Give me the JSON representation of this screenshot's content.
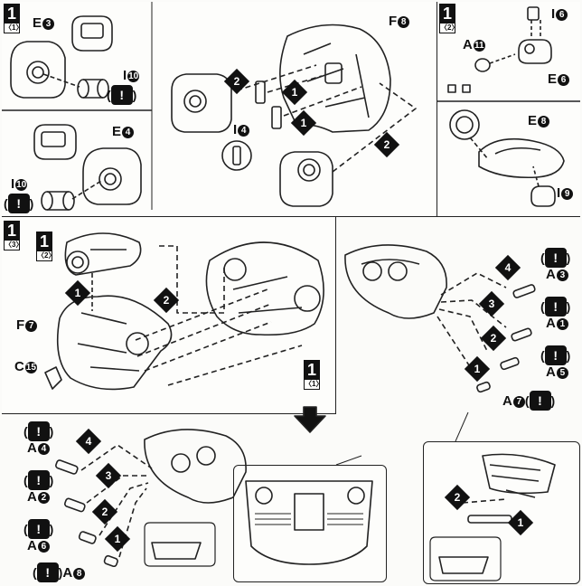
{
  "panels": {
    "p1": {
      "num": "1",
      "sub": "〈1〉"
    },
    "p2": {
      "num": "1",
      "sub": "〈2〉"
    },
    "p3": {
      "num": "1",
      "sub": "〈3〉"
    },
    "ref2": {
      "num": "1",
      "sub": "〈2〉"
    },
    "ref1": {
      "num": "1",
      "sub": "〈1〉"
    }
  },
  "warning_symbol": "!",
  "labels": {
    "E3": {
      "letter": "E",
      "num": "3"
    },
    "I10a": {
      "letter": "I",
      "num": "10"
    },
    "E4": {
      "letter": "E",
      "num": "4"
    },
    "I10b": {
      "letter": "I",
      "num": "10"
    },
    "F8": {
      "letter": "F",
      "num": "8"
    },
    "I4": {
      "letter": "I",
      "num": "4"
    },
    "I6": {
      "letter": "I",
      "num": "6"
    },
    "A11": {
      "letter": "A",
      "num": "11"
    },
    "E6": {
      "letter": "E",
      "num": "6"
    },
    "E8": {
      "letter": "E",
      "num": "8"
    },
    "I9": {
      "letter": "I",
      "num": "9"
    },
    "F7": {
      "letter": "F",
      "num": "7"
    },
    "C15": {
      "letter": "C",
      "num": "15"
    },
    "A3": {
      "letter": "A",
      "num": "3"
    },
    "A1": {
      "letter": "A",
      "num": "1"
    },
    "A5": {
      "letter": "A",
      "num": "5"
    },
    "A7": {
      "letter": "A",
      "num": "7"
    },
    "A4": {
      "letter": "A",
      "num": "4"
    },
    "A2": {
      "letter": "A",
      "num": "2"
    },
    "A6": {
      "letter": "A",
      "num": "6"
    },
    "A8": {
      "letter": "A",
      "num": "8"
    }
  },
  "steps": {
    "s1": "1",
    "s2": "2",
    "s3": "3",
    "s4": "4"
  }
}
